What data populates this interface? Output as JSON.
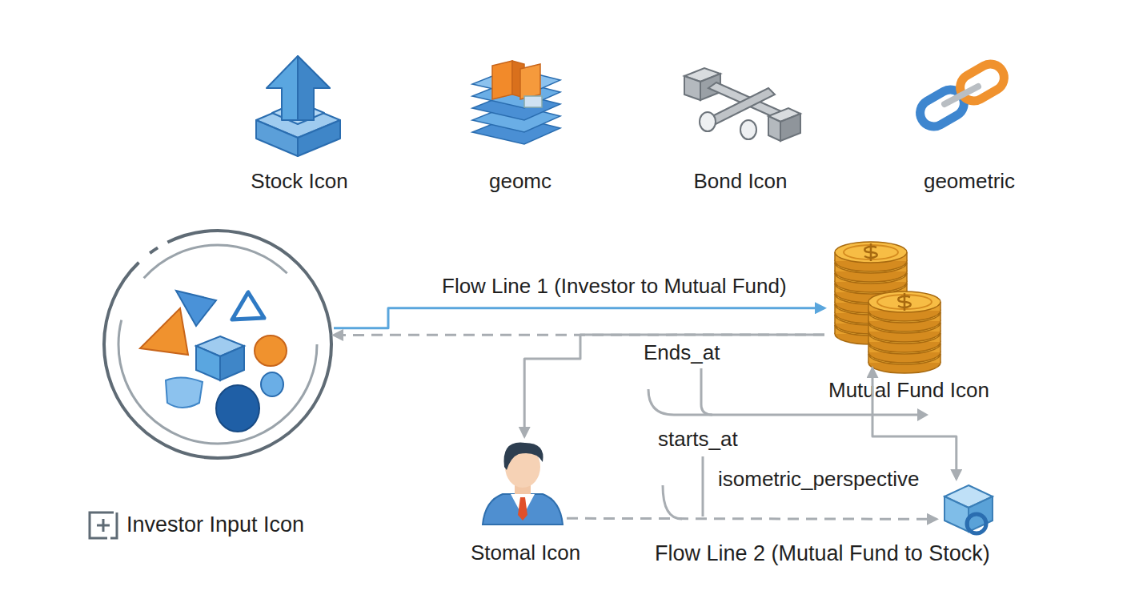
{
  "diagram": {
    "nodes": [
      {
        "text": [
          "Investor Input Icon"
        ]
      },
      {
        "text": [
          "Mutual Fund Icon"
        ]
      },
      {
        "text": [
          "Stomal Icon"
        ]
      },
      {
        "text": [
          "Flow Line 2 (Mutual Fund to Stock)"
        ]
      }
    ],
    "edges": [
      {
        "from": 0,
        "to": 1,
        "arrow": "to",
        "label": "Flow Line 1 (Investor to Mutual Fund)"
      },
      {
        "from": 1,
        "to": 0,
        "arrow": "to"
      },
      {
        "from": 1,
        "to": 2,
        "arrow": "to"
      },
      {
        "from": 1,
        "to": 3,
        "arrow": "both"
      },
      {
        "from": 2,
        "to": 3,
        "arrow": "to"
      }
    ],
    "labels": [
      "Stock Icon",
      "geomc",
      "Bond Icon",
      "geometric",
      "Ends_at",
      "starts_at",
      "isometric_perspective"
    ]
  }
}
